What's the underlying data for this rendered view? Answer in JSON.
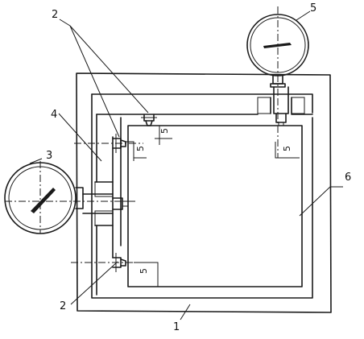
{
  "labels": {
    "frame": "1",
    "probe": "2",
    "dial_gauge_left": "3",
    "pillar": "4",
    "dial_gauge_top": "5",
    "specimen": "6"
  },
  "dimensions": {
    "gap": "5"
  }
}
